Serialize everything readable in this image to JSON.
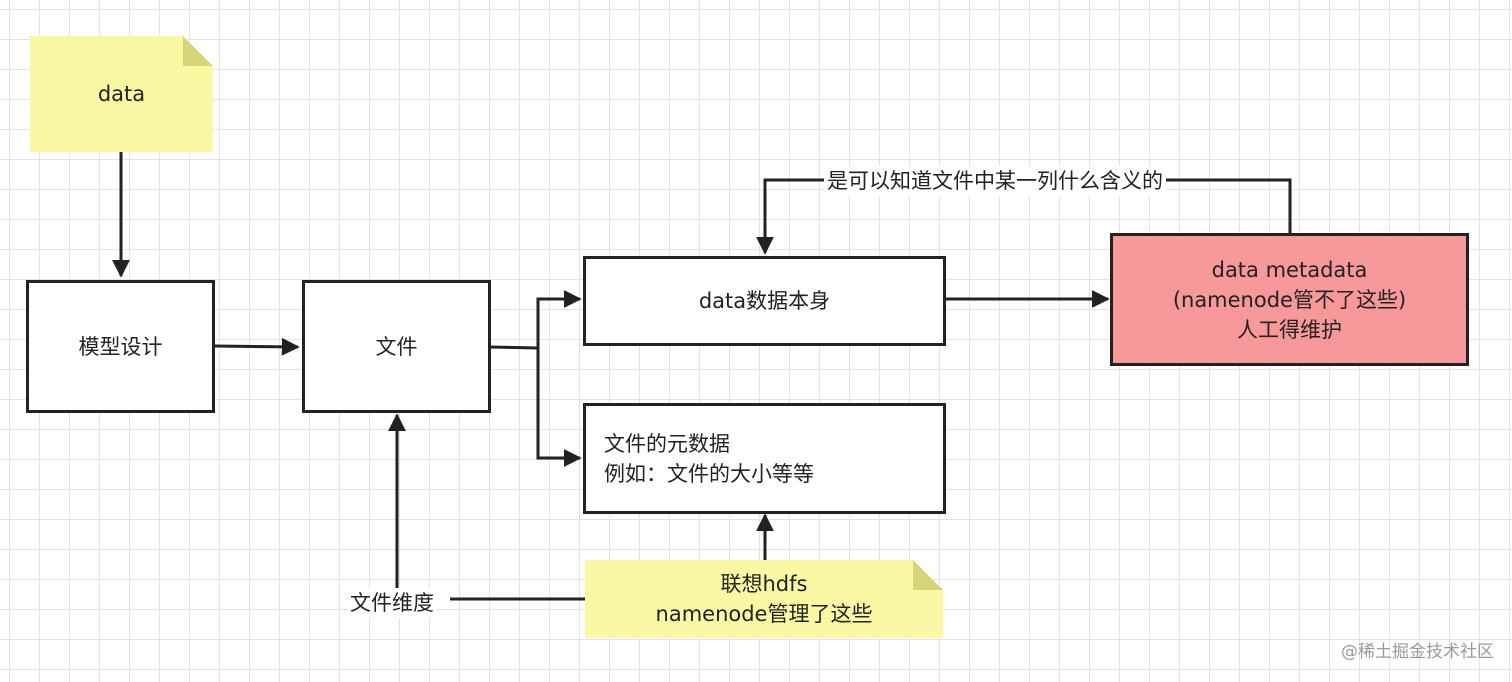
{
  "nodes": {
    "data_note": {
      "text": "data"
    },
    "model_design": {
      "text": "模型设计"
    },
    "file": {
      "text": "文件"
    },
    "data_itself": {
      "text": "data数据本身"
    },
    "file_metadata": {
      "line1": "文件的元数据",
      "line2": "例如：文件的大小等等"
    },
    "data_metadata": {
      "line1": "data metadata",
      "line2": "(namenode管不了这些)",
      "line3": "人工得维护"
    },
    "file_dimension": {
      "text": "文件维度"
    },
    "hdfs_note": {
      "line1": "联想hdfs",
      "line2": "namenode管理了这些"
    }
  },
  "edges": {
    "column_meaning_label": "是可以知道文件中某一列什么含义的"
  },
  "watermark": "@稀土掘金技术社区",
  "colors": {
    "note_fill": "#fbf8a4",
    "highlight_fill": "#f7989a",
    "stroke": "#222222"
  }
}
